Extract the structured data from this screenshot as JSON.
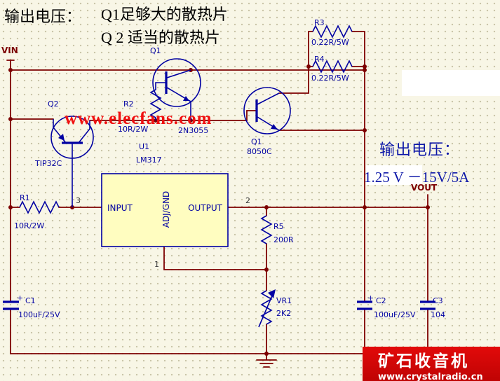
{
  "annotations": {
    "heading": "输出电压：",
    "note_q1": "Q1足够大的散热片",
    "note_q2": "Q 2 适当的散热片",
    "output_label": "输出电压：",
    "output_value": "1.25 V －15V/5A"
  },
  "watermark": "www.elecfans.com",
  "banner": {
    "title": "矿石收音机",
    "url": "www.crystalradio.cn"
  },
  "nets": {
    "vin": "VIN",
    "vout": "VOUT"
  },
  "ic": {
    "ref": "U1",
    "part": "LM317",
    "pins": {
      "input": "INPUT",
      "adj": "ADJ/GND",
      "output": "OUTPUT"
    },
    "pin_numbers": {
      "input": "3",
      "output": "2",
      "adj": "1"
    }
  },
  "components": {
    "q1_top": {
      "ref": "Q1",
      "part": "2N3055"
    },
    "q2": {
      "ref": "Q2",
      "part": "TIP32C"
    },
    "q1_right": {
      "ref": "Q1",
      "part": "8050C"
    },
    "r1": {
      "ref": "R1",
      "value": "10R/2W"
    },
    "r2": {
      "ref": "R2",
      "value": "10R/2W"
    },
    "r3": {
      "ref": "R3",
      "value": "0.22R/5W"
    },
    "r4": {
      "ref": "R4",
      "value": "0.22R/5W"
    },
    "r5": {
      "ref": "R5",
      "value": "200R"
    },
    "vr1": {
      "ref": "VR1",
      "value": "2K2"
    },
    "c1": {
      "ref": "C1",
      "value": "100uF/25V",
      "polarity": "+"
    },
    "c2": {
      "ref": "C2",
      "value": "100uF/25V",
      "polarity": "+"
    },
    "c3": {
      "ref": "C3",
      "value": "104"
    }
  },
  "colors": {
    "wire": "#7d0000",
    "symbol": "#0000a2",
    "ic_fill": "#fffdc0",
    "banner_red": "#d40808",
    "annotation_blue": "#0d17a8",
    "watermark_red": "#f01010"
  }
}
